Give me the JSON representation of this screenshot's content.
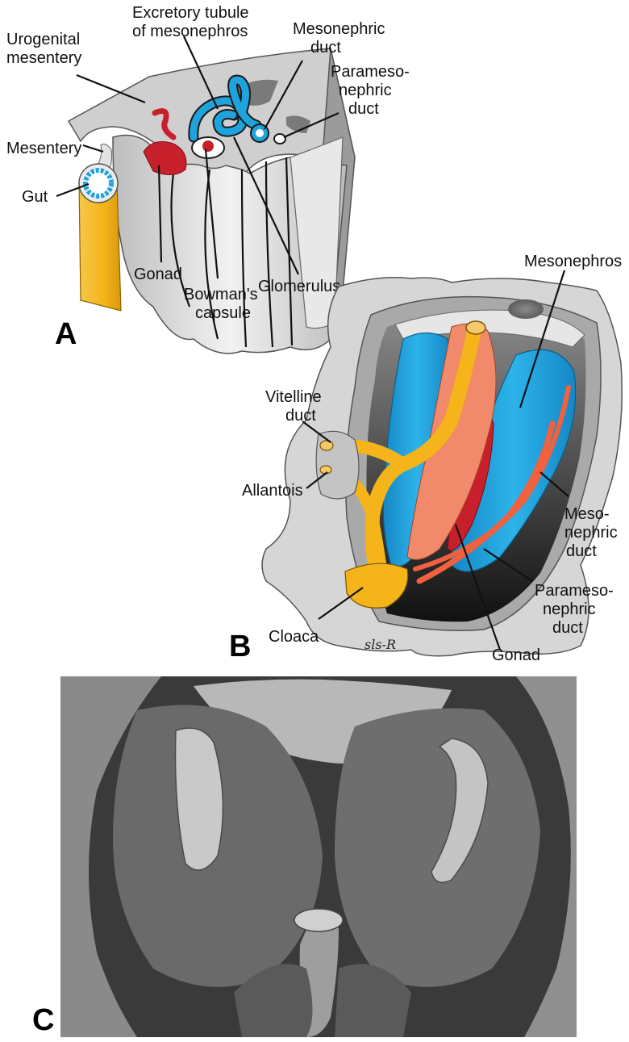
{
  "panels": {
    "a": {
      "letter": "A"
    },
    "b": {
      "letter": "B"
    },
    "c": {
      "letter": "C"
    }
  },
  "labels_a": {
    "urogenital_1": "Urogenital",
    "urogenital_2": "mesentery",
    "excretory_1": "Excretory tubule",
    "excretory_2": "of mesonephros",
    "mesonephric_1": "Mesonephric",
    "mesonephric_2": "duct",
    "parameso_1": "Parameso-",
    "parameso_2": "nephric",
    "parameso_3": "duct",
    "mesentery": "Mesentery",
    "gut": "Gut",
    "gonad": "Gonad",
    "glomerulus": "Glomerulus",
    "bowman_1": "Bowman's",
    "bowman_2": "capsule"
  },
  "labels_b": {
    "mesonephros": "Mesonephros",
    "vitelline_1": "Vitelline",
    "vitelline_2": "duct",
    "allantois": "Allantois",
    "meso_1": "Meso-",
    "meso_2": "nephric",
    "meso_3": "duct",
    "parameso_1": "Parameso-",
    "parameso_2": "nephric",
    "parameso_3": "duct",
    "cloaca": "Cloaca",
    "gonad": "Gonad",
    "signature": "sls-R"
  },
  "colors": {
    "gut_yellow": "#f4b41a",
    "duct_blue": "#1fa3dc",
    "mesonephros_blue": "#1c9fd8",
    "gonad_red": "#c8202a",
    "salmon": "#f08a6a",
    "gray_light": "#d9d9d9",
    "gray_mid": "#a9a9a9",
    "gray_dark": "#6e6e6e"
  }
}
